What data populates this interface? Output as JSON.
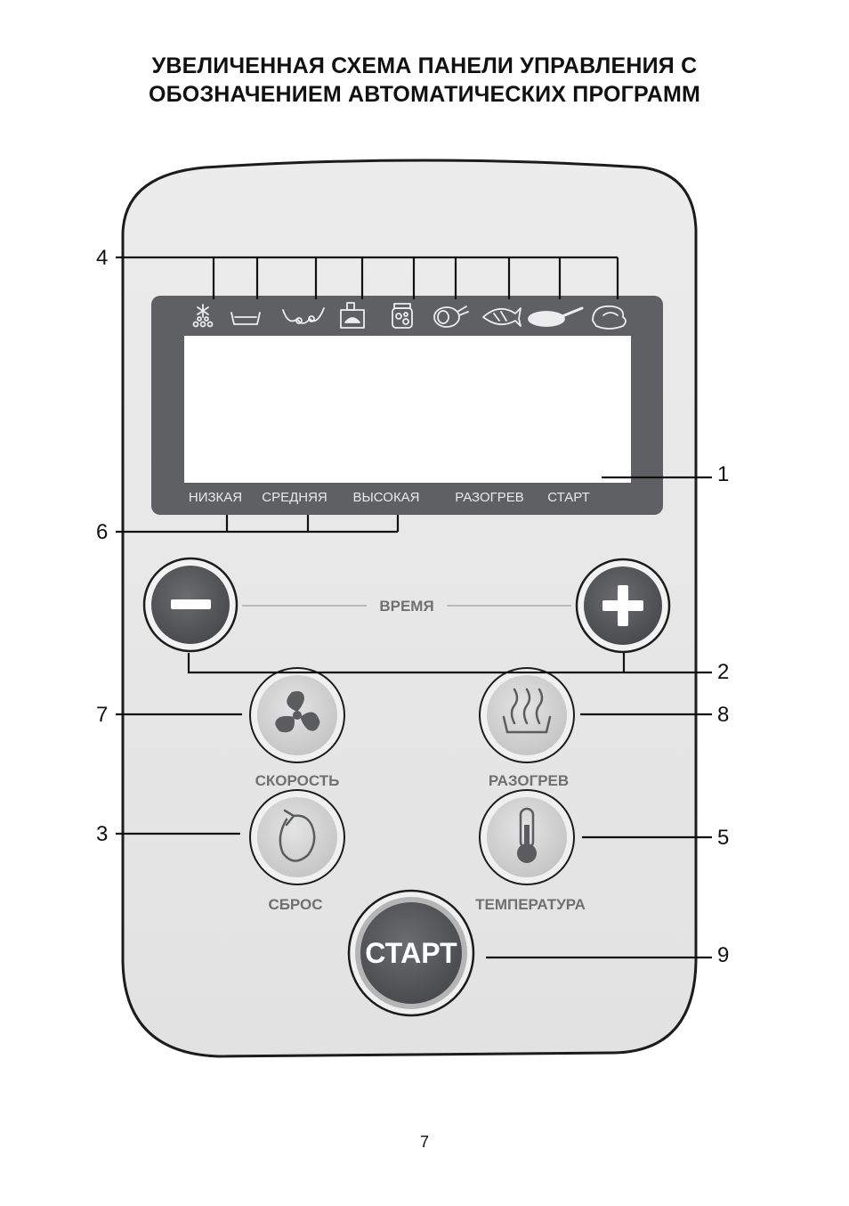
{
  "title": {
    "line1": "УВЕЛИЧЕННАЯ СХЕМА ПАНЕЛИ УПРАВЛЕНИЯ С",
    "line2": "ОБОЗНАЧЕНИЕМ АВТОМАТИЧЕСКИХ ПРОГРАММ"
  },
  "display": {
    "program_icons": [
      "snowflake-drops-icon",
      "tub-icon",
      "vegetables-icon",
      "oven-icon",
      "jar-icon",
      "meat-leg-icon",
      "fish-icon",
      "frying-pan-icon",
      "chicken-icon"
    ],
    "level_labels": [
      "НИЗКАЯ",
      "СРЕДНЯЯ",
      "ВЫСОКАЯ"
    ],
    "status_labels": [
      "РАЗОГРЕВ",
      "СТАРТ"
    ]
  },
  "buttons": {
    "time_label": "ВРЕМЯ",
    "speed_label": "СКОРОСТЬ",
    "heat_label": "РАЗОГРЕВ",
    "reset_label": "СБРОС",
    "temperature_label": "ТЕМПЕРАТУРА",
    "start_label": "СТАРТ"
  },
  "callouts": {
    "display": "1",
    "time_buttons": "2",
    "reset": "3",
    "program_icons": "4",
    "temperature": "5",
    "levels": "6",
    "speed": "7",
    "heat": "8",
    "start": "9"
  },
  "page_number": "7",
  "colors": {
    "panel_fill": "#e6e6e6",
    "display_frame": "#5f6063",
    "dark_button": "#56585b",
    "light_button": "#d9d9d9"
  }
}
